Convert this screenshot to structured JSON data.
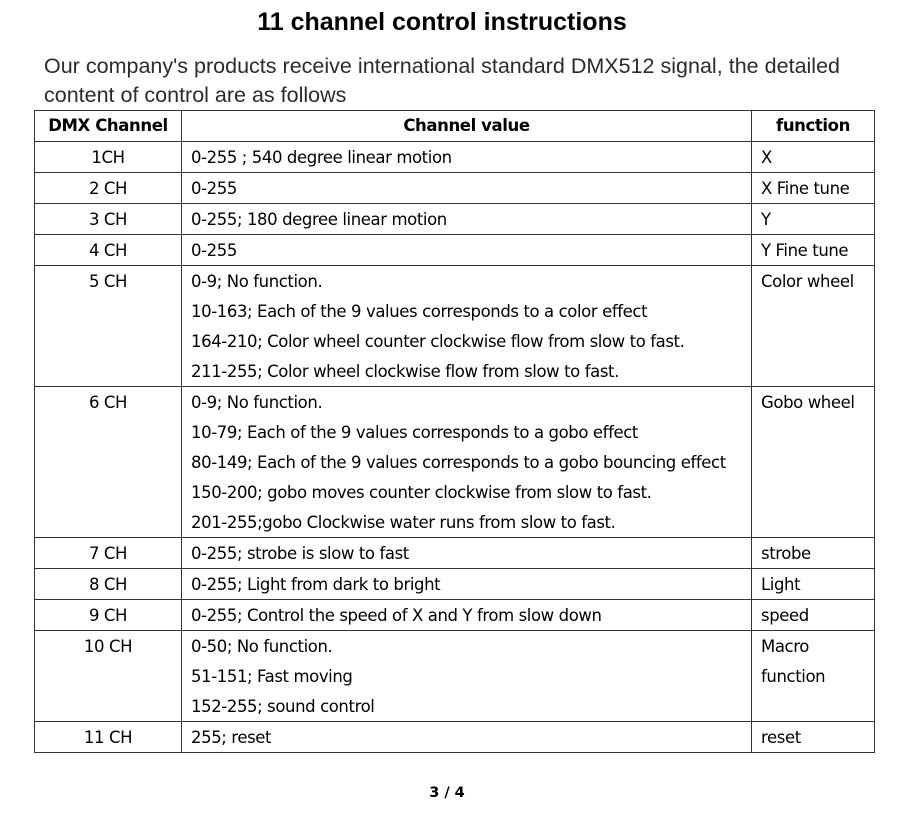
{
  "title": "11 channel control instructions",
  "intro": "Our company's products receive international standard DMX512 signal, the detailed content of control are as follows",
  "table": {
    "headers": [
      "DMX Channel",
      "Channel value",
      "function"
    ],
    "rows": [
      {
        "channel": "1CH",
        "values": [
          "0-255 ; 540 degree linear motion"
        ],
        "function": [
          "X"
        ]
      },
      {
        "channel": "2 CH",
        "values": [
          "0-255"
        ],
        "function": [
          "X Fine tune"
        ]
      },
      {
        "channel": "3 CH",
        "values": [
          "0-255; 180 degree linear motion"
        ],
        "function": [
          "Y"
        ]
      },
      {
        "channel": "4 CH",
        "values": [
          "0-255"
        ],
        "function": [
          "Y Fine tune"
        ]
      },
      {
        "channel": "5 CH",
        "values": [
          "0-9; No function.",
          "10-163; Each of the 9 values corresponds to a color effect",
          "164-210; Color wheel counter clockwise flow from slow to fast.",
          "211-255; Color wheel clockwise flow from slow to fast."
        ],
        "function": [
          "Color wheel"
        ]
      },
      {
        "channel": "6 CH",
        "values": [
          "0-9; No function.",
          "10-79; Each of the 9 values corresponds to a gobo effect",
          "80-149; Each of the 9 values corresponds to a gobo bouncing effect",
          "150-200; gobo moves counter clockwise from slow to fast.",
          "201-255;gobo Clockwise water runs from slow to fast."
        ],
        "function": [
          "Gobo wheel"
        ]
      },
      {
        "channel": "7 CH",
        "values": [
          "0-255; strobe is slow to fast"
        ],
        "function": [
          "strobe"
        ]
      },
      {
        "channel": "8 CH",
        "values": [
          "0-255; Light from dark to bright"
        ],
        "function": [
          "Light"
        ]
      },
      {
        "channel": "9 CH",
        "values": [
          "0-255; Control the speed of X and Y from slow down"
        ],
        "function": [
          "speed"
        ]
      },
      {
        "channel": "10 CH",
        "values": [
          "0-50; No function.",
          "51-151; Fast moving",
          "152-255; sound control"
        ],
        "function": [
          "Macro",
          "function"
        ]
      },
      {
        "channel": "11 CH",
        "values": [
          "255; reset"
        ],
        "function": [
          "reset"
        ]
      }
    ]
  },
  "page_number": "3 / 4"
}
